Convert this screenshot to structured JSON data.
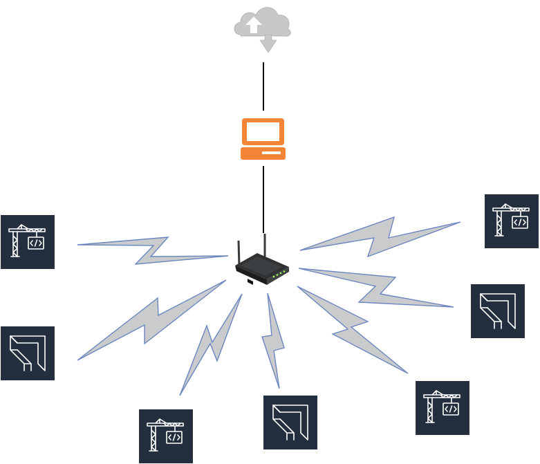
{
  "diagram": {
    "nodes": [
      {
        "id": "cloud",
        "icon": "cloud-upload-download-icon"
      },
      {
        "id": "workstation",
        "icon": "desktop-computer-icon",
        "color": "#f58536"
      },
      {
        "id": "router",
        "icon": "wireless-router-icon"
      },
      {
        "id": "device-1",
        "icon": "crane-code-icon"
      },
      {
        "id": "device-2",
        "icon": "corner-arrow-icon"
      },
      {
        "id": "device-3",
        "icon": "crane-code-icon"
      },
      {
        "id": "device-4",
        "icon": "corner-arrow-icon"
      },
      {
        "id": "device-5",
        "icon": "crane-code-icon"
      },
      {
        "id": "device-6",
        "icon": "corner-arrow-icon"
      },
      {
        "id": "device-7",
        "icon": "crane-code-icon"
      }
    ],
    "links": [
      {
        "from": "cloud",
        "to": "workstation",
        "type": "wired"
      },
      {
        "from": "workstation",
        "to": "router",
        "type": "wired"
      },
      {
        "from": "router",
        "to": "device-1",
        "type": "wireless"
      },
      {
        "from": "router",
        "to": "device-2",
        "type": "wireless"
      },
      {
        "from": "router",
        "to": "device-3",
        "type": "wireless"
      },
      {
        "from": "router",
        "to": "device-4",
        "type": "wireless"
      },
      {
        "from": "router",
        "to": "device-5",
        "type": "wireless"
      },
      {
        "from": "router",
        "to": "device-6",
        "type": "wireless"
      },
      {
        "from": "router",
        "to": "device-7",
        "type": "wireless"
      }
    ],
    "colors": {
      "tile": "#232f3e",
      "workstation": "#f58536",
      "bolt_fill": "#c9cbcd",
      "bolt_stroke": "#6b86c0",
      "cloud": "#c8c8c8"
    }
  }
}
